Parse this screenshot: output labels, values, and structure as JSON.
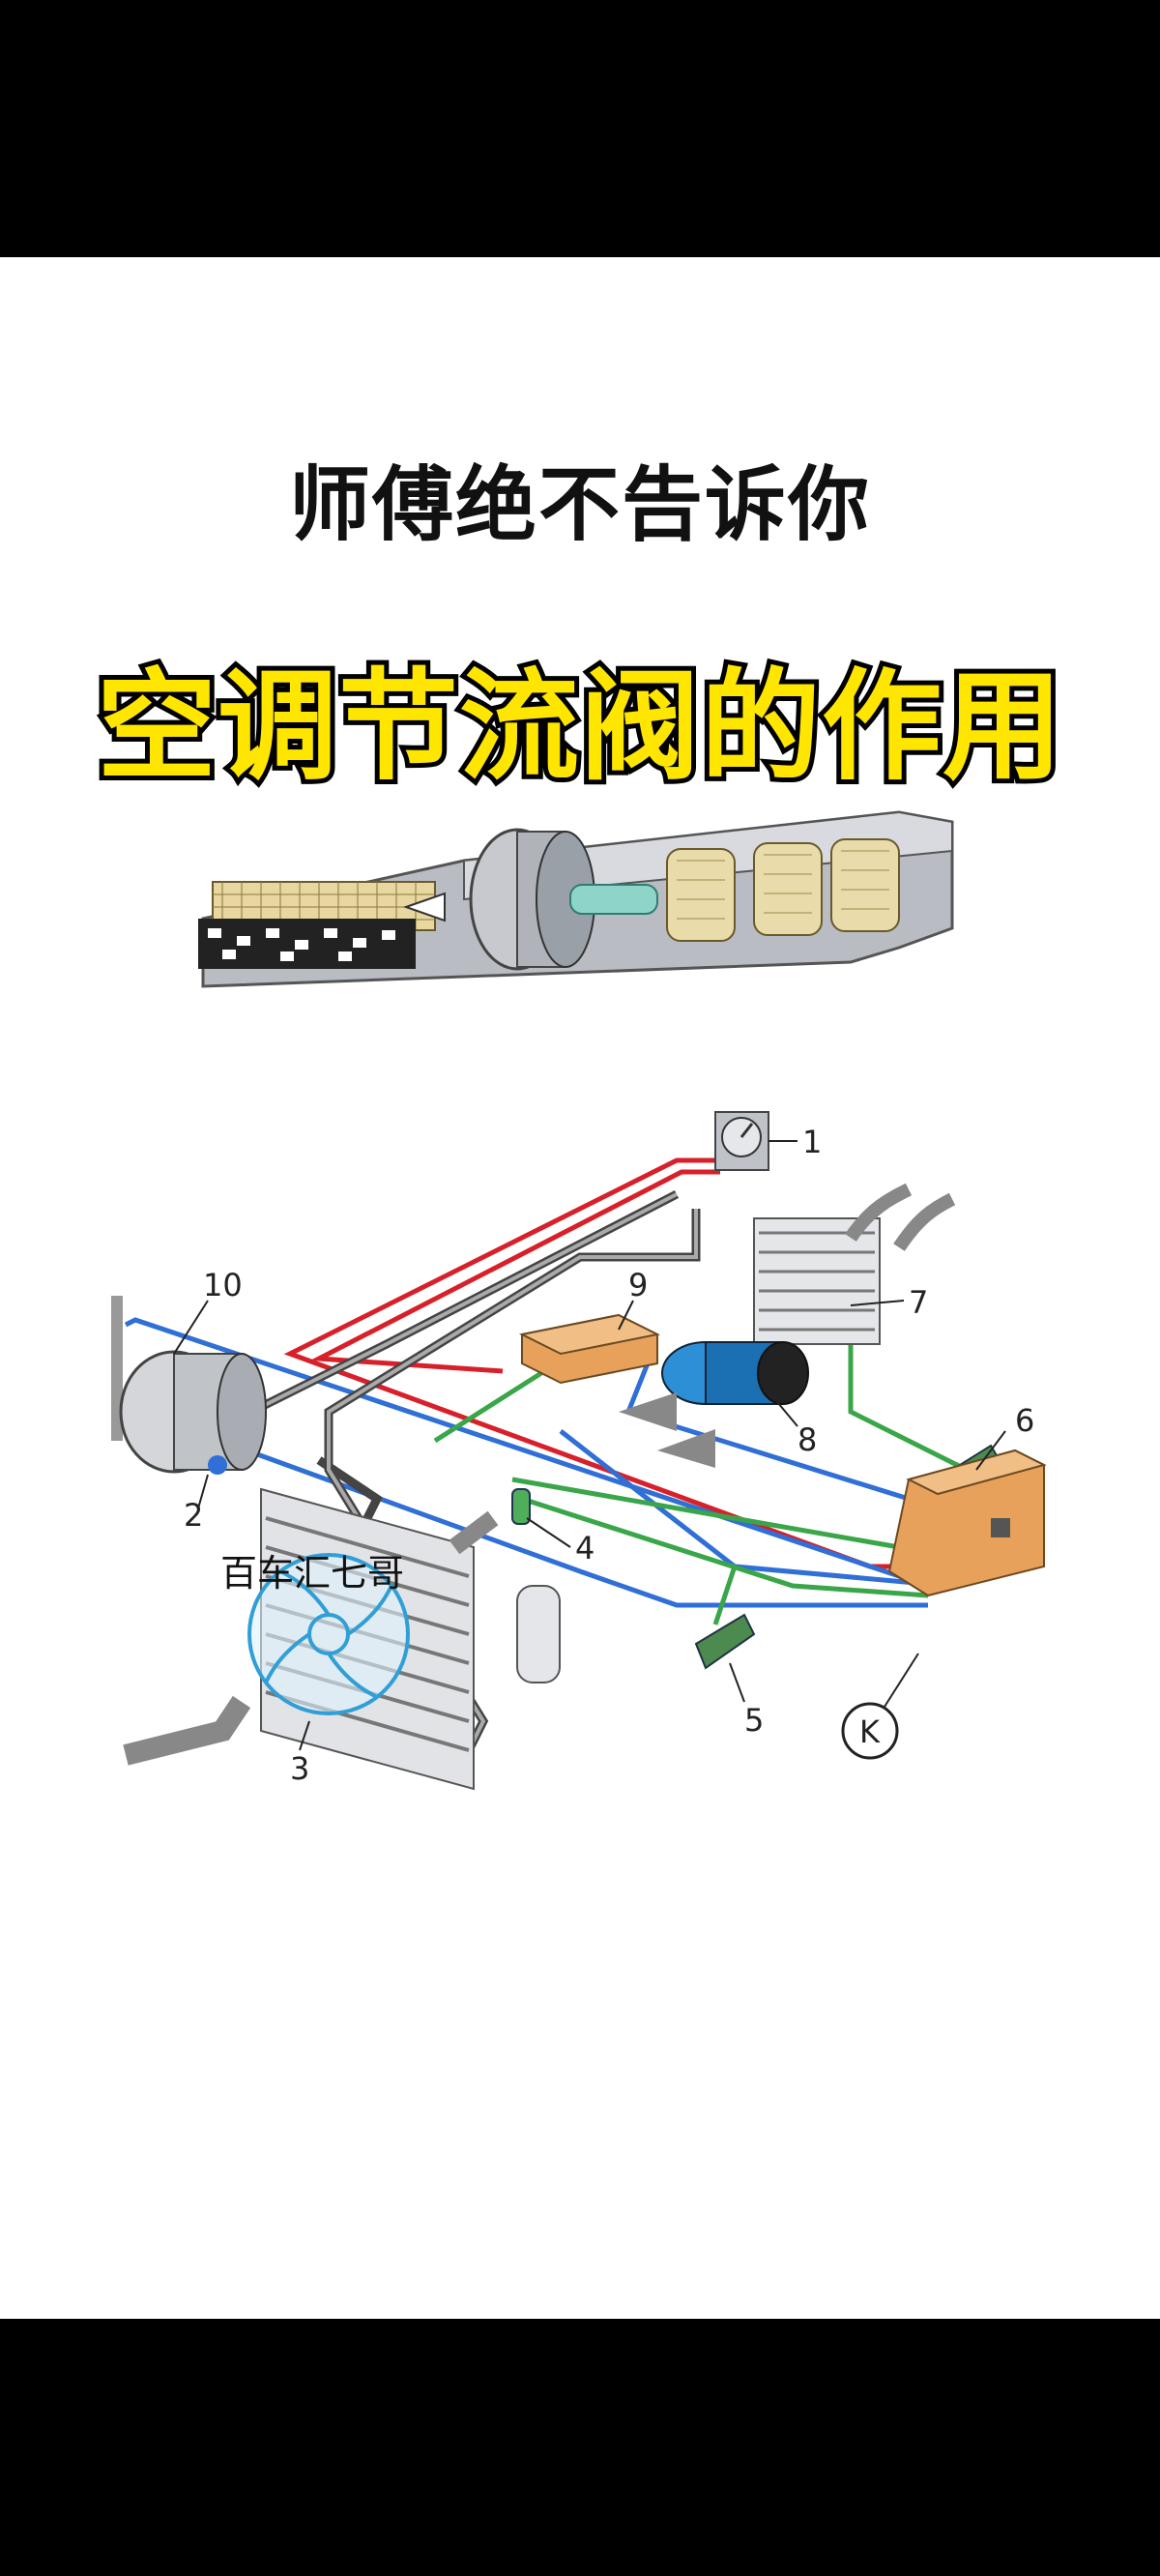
{
  "header": {
    "subtitle": "师傅绝不告诉你",
    "title": "空调节流阀的作用"
  },
  "diagram": {
    "labels": [
      "1",
      "2",
      "3",
      "4",
      "5",
      "6",
      "7",
      "8",
      "9",
      "10",
      "K"
    ],
    "watermark": "百车汇七哥"
  },
  "colors": {
    "title_fill": "#ffe600",
    "pipe_red": "#d8202a",
    "pipe_blue": "#2f6fd6",
    "pipe_green": "#3aa64a",
    "ecu_orange": "#e8a15a"
  }
}
